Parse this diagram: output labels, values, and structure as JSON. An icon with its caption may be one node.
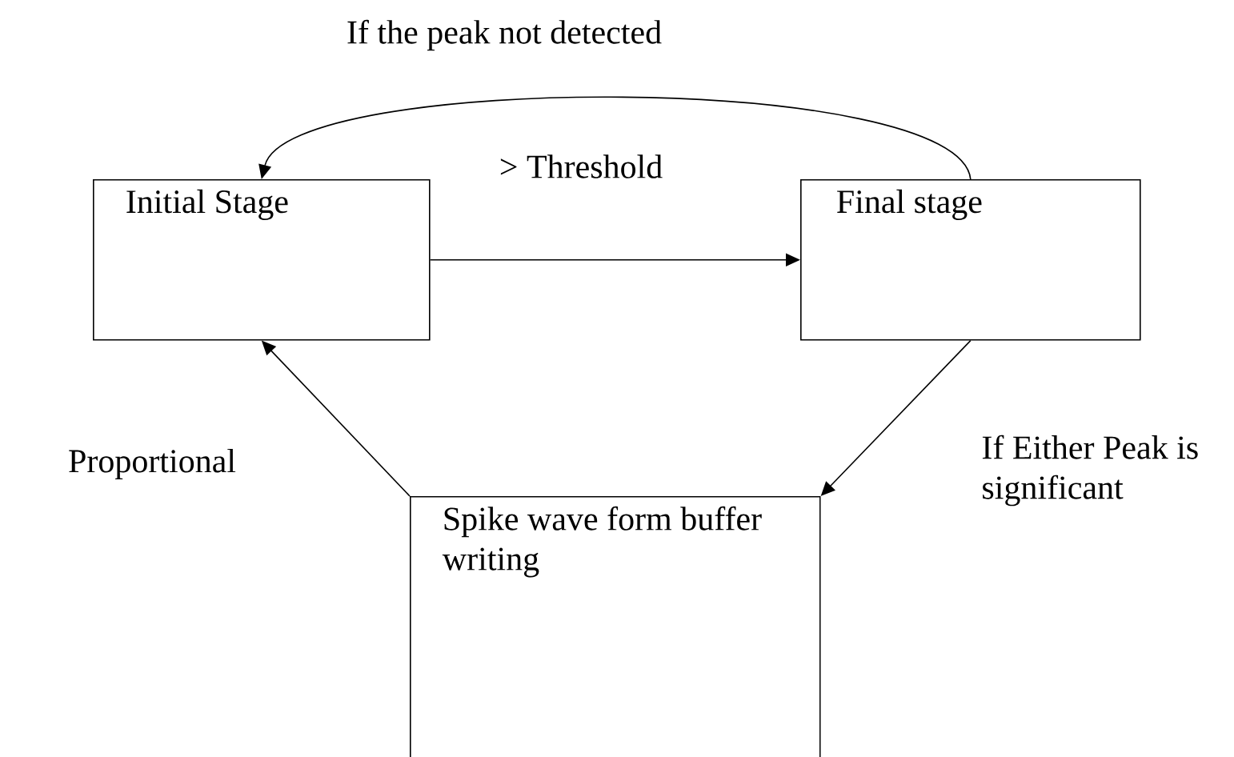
{
  "diagram": {
    "nodes": [
      {
        "text": [
          "Initial Stage"
        ]
      },
      {
        "text": [
          "Final stage"
        ]
      },
      {
        "text": [
          "Spike wave form buffer writing"
        ]
      }
    ],
    "edges": [
      {
        "from": 0,
        "to": 1,
        "arrow": "to",
        "label": "> Threshold"
      },
      {
        "from": 1,
        "to": 0,
        "arrow": "to",
        "label": "If the peak not detected"
      },
      {
        "from": 1,
        "to": 2,
        "arrow": "to",
        "label": "If Either Peak is significant"
      },
      {
        "from": 2,
        "to": 0,
        "arrow": "to",
        "label": "Proportional"
      }
    ]
  }
}
